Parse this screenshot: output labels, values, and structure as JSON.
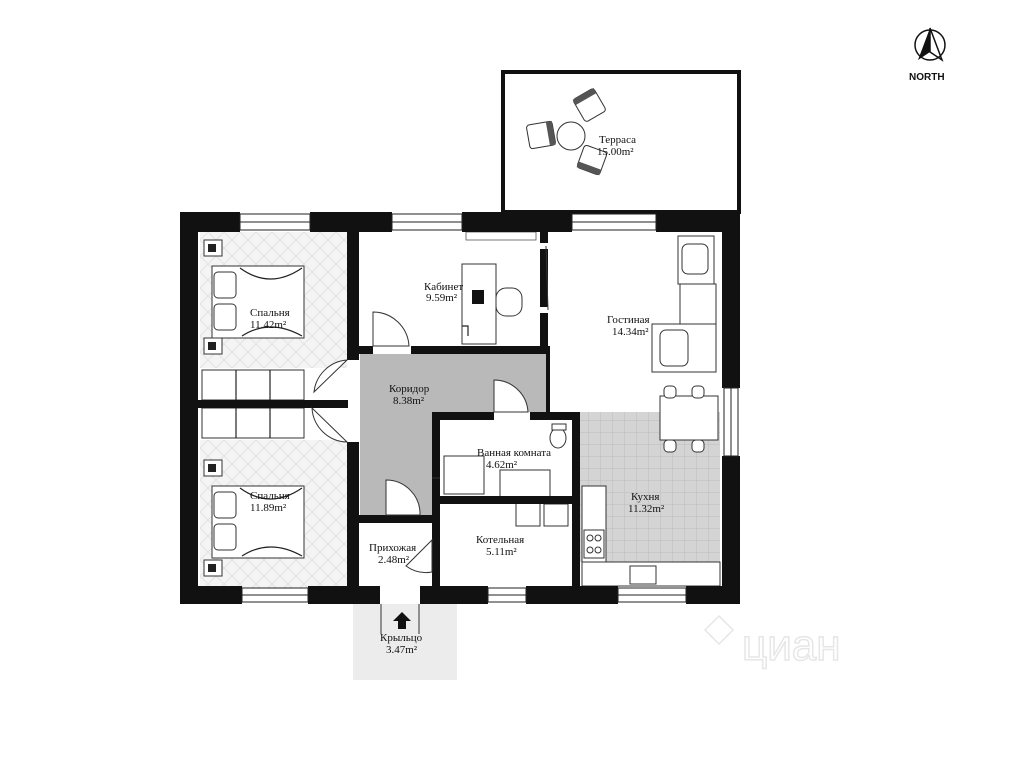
{
  "compass": {
    "label": "NORTH",
    "icon": "north-arrow-icon"
  },
  "watermark": {
    "text": "циан"
  },
  "rooms": [
    {
      "key": "terrace",
      "name": "Терраса",
      "area": "15.00m²"
    },
    {
      "key": "bedroom1",
      "name": "Спальня",
      "area": "11.42m²"
    },
    {
      "key": "study",
      "name": "Кабинет",
      "area": "9.59m²"
    },
    {
      "key": "living",
      "name": "Гостиная",
      "area": "14.34m²"
    },
    {
      "key": "corridor",
      "name": "Коридор",
      "area": "8.38m²"
    },
    {
      "key": "bathroom",
      "name": "Ванная комната",
      "area": "4.62m²"
    },
    {
      "key": "bedroom2",
      "name": "Спальня",
      "area": "11.89m²"
    },
    {
      "key": "kitchen",
      "name": "Кухня",
      "area": "11.32m²"
    },
    {
      "key": "hallway",
      "name": "Прихожая",
      "area": "2.48m²"
    },
    {
      "key": "boiler",
      "name": "Котельная",
      "area": "5.11m²"
    },
    {
      "key": "porch",
      "name": "Крыльцо",
      "area": "3.47m²"
    }
  ],
  "colors": {
    "wall": "#111111",
    "corridor_floor": "#b9b9b9",
    "kitchen_floor": "#d4d4d4",
    "porch_floor": "#ececec",
    "bedroom_floor": "#f3f3f3"
  }
}
